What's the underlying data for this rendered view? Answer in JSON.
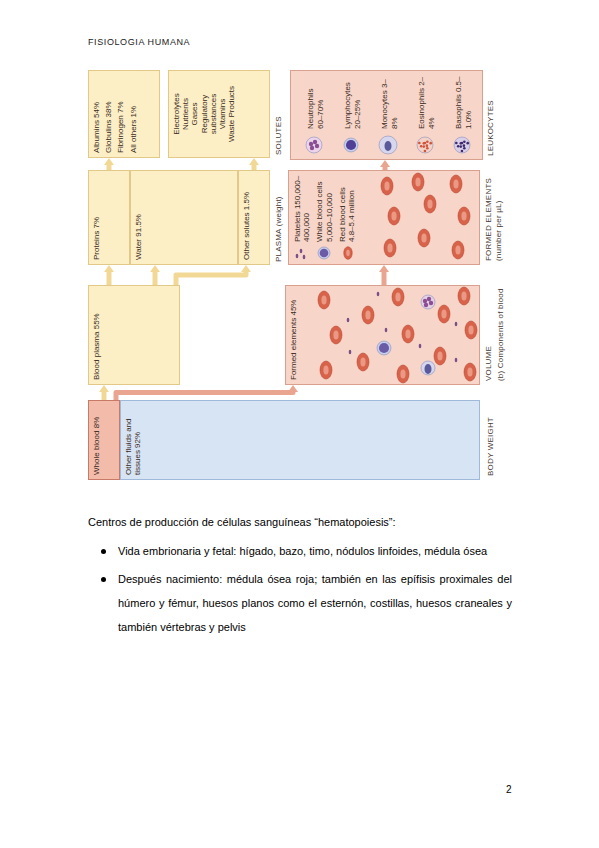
{
  "diagram": {
    "nodes": [
      {
        "text": [
          "Whole blood 8%"
        ]
      },
      {
        "text": [
          "Other fluids and tissues 92%"
        ]
      },
      {
        "text": [
          "Blood plasma 55%"
        ]
      },
      {
        "text": [
          "Formed elements 45%"
        ]
      },
      {
        "text": [
          "Proteins 7%"
        ]
      },
      {
        "text": [
          "Water 91.5%"
        ]
      },
      {
        "text": [
          "Other solutes 1.5%"
        ]
      },
      {
        "text": [
          "Platelets 150,000–400,000",
          "White blood cells 5,000–10,000",
          "Red blood cells 4.8–5.4 million"
        ]
      },
      {
        "text": [
          "Albumins 54%",
          "Globulins 38%",
          "Fibrinogen 7%",
          "All others 1%"
        ]
      },
      {
        "text": [
          "Electrolytes",
          "Nutrients",
          "Gases",
          "Regulatory substances",
          "Vitamins",
          "Waste Products"
        ]
      },
      {
        "text": [
          "Neutrophils 60–70%",
          "Lymphocytes 20–25%",
          "Monocytes 3–8%",
          "Eosinophils 2–4%",
          "Basophils 0.5–1.0%"
        ]
      }
    ],
    "edges": [
      {
        "from": 0,
        "to": 2,
        "arrow": "to"
      },
      {
        "from": 0,
        "to": 3,
        "arrow": "to"
      },
      {
        "from": 2,
        "to": 4,
        "arrow": "to"
      },
      {
        "from": 2,
        "to": 5,
        "arrow": "to"
      },
      {
        "from": 2,
        "to": 6,
        "arrow": "to"
      },
      {
        "from": 3,
        "to": 7,
        "arrow": "to"
      },
      {
        "from": 4,
        "to": 8,
        "arrow": "to"
      },
      {
        "from": 6,
        "to": 9,
        "arrow": "to"
      },
      {
        "from": 7,
        "to": 10,
        "arrow": "to"
      }
    ],
    "labels": [
      "FISIOLOGIA HUMANA",
      "PLASMA (weight)",
      "SOLUTES",
      "FORMED ELEMENTS (number per µL)",
      "LEUKOCYTES",
      "BODY WEIGHT",
      "VOLUME",
      "(b) Components of blood",
      "Centros de producción de células sanguíneas “hematopoiesis”:",
      "Vida embrionaria y fetal: hígado, bazo, timo, nódulos linfoides, médula ósea",
      "Después nacimiento: médula ósea roja; también en las epífisis proximales del húmero y fémur, huesos planos como el esternón, costillas, huesos craneales y también vértebras y pelvis",
      "2"
    ]
  }
}
